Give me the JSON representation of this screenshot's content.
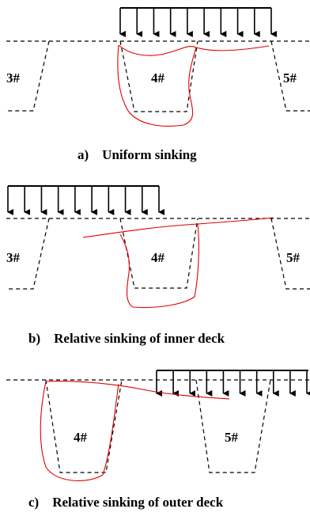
{
  "panels": [
    {
      "caption": "a)    Uniform sinking",
      "labels": [
        "3#",
        "4#",
        "5#"
      ]
    },
    {
      "caption": "b)    Relative sinking of inner deck",
      "labels": [
        "3#",
        "4#",
        "5#"
      ]
    },
    {
      "caption": "c)    Relative sinking of outer deck",
      "labels": [
        "4#",
        "5#"
      ]
    }
  ],
  "colors": {
    "line": "#000000",
    "deformation": "#e00000"
  }
}
